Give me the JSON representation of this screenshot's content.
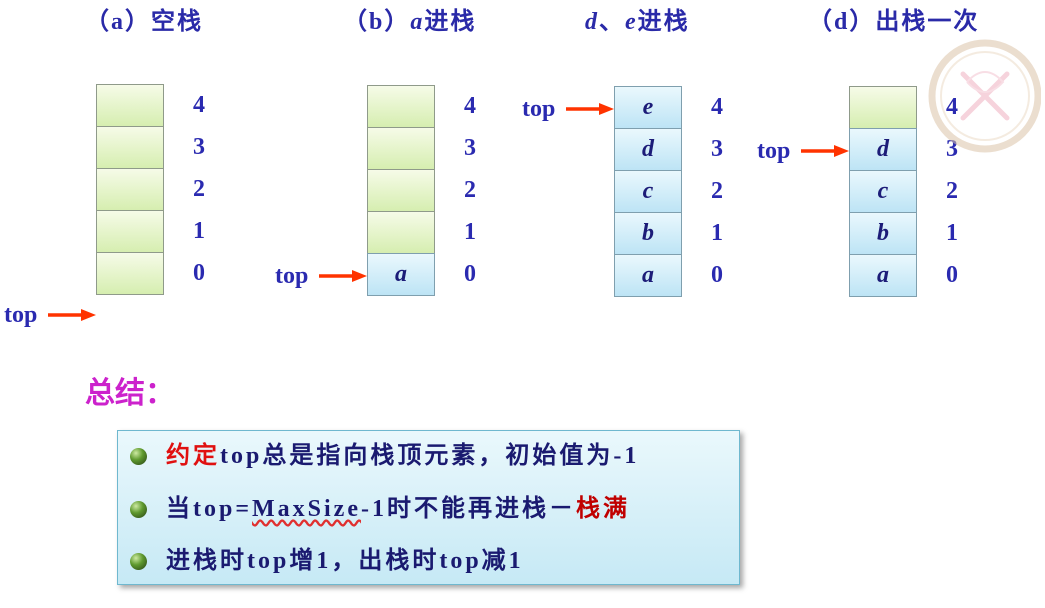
{
  "stacks": [
    {
      "id": "a",
      "title": {
        "label": "（a）",
        "text": "空栈"
      },
      "pointer_label": "top",
      "top_index": -1,
      "indices": [
        "4",
        "3",
        "2",
        "1",
        "0"
      ],
      "cells": [
        {
          "value": "",
          "occupied": false
        },
        {
          "value": "",
          "occupied": false
        },
        {
          "value": "",
          "occupied": false
        },
        {
          "value": "",
          "occupied": false
        },
        {
          "value": "",
          "occupied": false
        }
      ]
    },
    {
      "id": "b",
      "title": {
        "label": "（b）",
        "var": "a",
        "text": "进栈"
      },
      "pointer_label": "top",
      "top_index": 0,
      "indices": [
        "4",
        "3",
        "2",
        "1",
        "0"
      ],
      "cells": [
        {
          "value": "",
          "occupied": false
        },
        {
          "value": "",
          "occupied": false
        },
        {
          "value": "",
          "occupied": false
        },
        {
          "value": "",
          "occupied": false
        },
        {
          "value": "a",
          "occupied": true
        }
      ]
    },
    {
      "id": "c",
      "title": {
        "var1": "d",
        "sep": "、",
        "var2": "e",
        "text": "进栈"
      },
      "pointer_label": "top",
      "top_index": 4,
      "indices": [
        "4",
        "3",
        "2",
        "1",
        "0"
      ],
      "cells": [
        {
          "value": "e",
          "occupied": true
        },
        {
          "value": "d",
          "occupied": true
        },
        {
          "value": "c",
          "occupied": true
        },
        {
          "value": "b",
          "occupied": true
        },
        {
          "value": "a",
          "occupied": true
        }
      ]
    },
    {
      "id": "d",
      "title": {
        "label": "（d）",
        "text": "出栈一次"
      },
      "pointer_label": "top",
      "top_index": 3,
      "indices": [
        "4",
        "3",
        "2",
        "1",
        "0"
      ],
      "cells": [
        {
          "value": "",
          "occupied": false
        },
        {
          "value": "d",
          "occupied": true
        },
        {
          "value": "c",
          "occupied": true
        },
        {
          "value": "b",
          "occupied": true
        },
        {
          "value": "a",
          "occupied": true
        }
      ]
    }
  ],
  "summary": {
    "heading": "总结：",
    "items": [
      {
        "emph": "约定",
        "rest": "top总是指向栈顶元素，初始值为-1"
      },
      {
        "pre": "当top=",
        "term": "MaxSize",
        "mid": "-1时不能再进栈－",
        "emph": "栈满"
      },
      {
        "text": "进栈时top增1，出栈时top减1"
      }
    ]
  },
  "colors": {
    "title": "#2a2aa8",
    "pointer_arrow": "#ff3300",
    "heading": "#cc22cc",
    "emphasis": "#e01010",
    "stack_full": "#c00000",
    "body_text": "#1a1a70",
    "empty_cell": "#d6eeb0",
    "occupied_cell": "#bde4f5"
  },
  "icons": {
    "bullet": "green-sphere-bullet-icon",
    "watermark": "watermark-logo"
  }
}
